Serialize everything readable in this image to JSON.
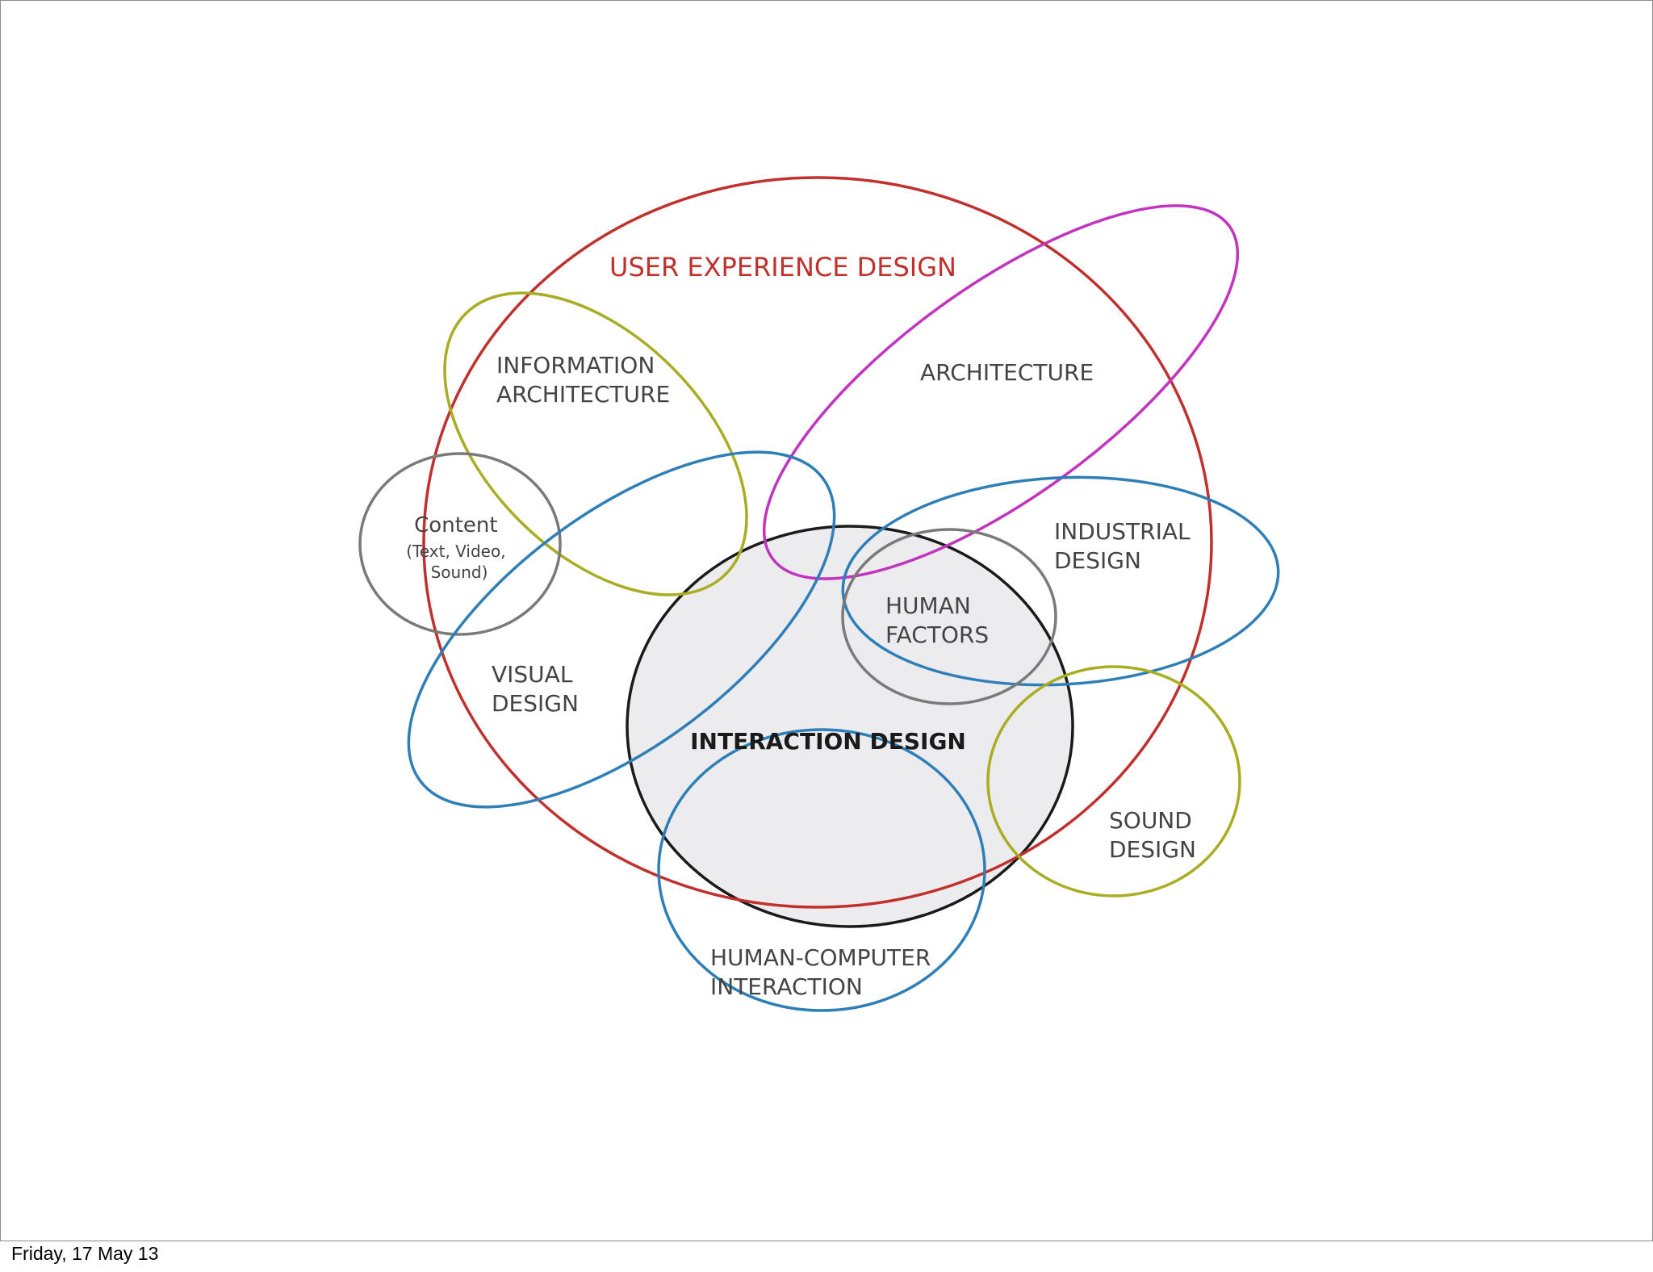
{
  "diagram": {
    "title": "USER EXPERIENCE DESIGN",
    "labels": {
      "information_architecture": [
        "INFORMATION",
        "ARCHITECTURE"
      ],
      "architecture": [
        "ARCHITECTURE"
      ],
      "content": [
        "Content",
        "(Text, Video,",
        "Sound)"
      ],
      "industrial_design": [
        "INDUSTRIAL",
        "DESIGN"
      ],
      "human_factors": [
        "HUMAN",
        "FACTORS"
      ],
      "visual_design": [
        "VISUAL",
        "DESIGN"
      ],
      "interaction_design": [
        "INTERACTION DESIGN"
      ],
      "sound_design": [
        "SOUND",
        "DESIGN"
      ],
      "hci": [
        "HUMAN-COMPUTER",
        "INTERACTION"
      ]
    },
    "colors": {
      "ux": "#c0302d",
      "information_architecture": "#a8ad22",
      "architecture": "#c234c0",
      "content": "#7a7a7a",
      "visual_design": "#2e7fb8",
      "industrial_design": "#2e7fb8",
      "human_factors": "#7a7a7a",
      "interaction_design": "#1a1a1a",
      "interaction_fill": "#ececee",
      "sound_design": "#a8ad22",
      "hci": "#2e7fb8"
    }
  },
  "footer": {
    "date": "Friday, 17 May 13"
  }
}
